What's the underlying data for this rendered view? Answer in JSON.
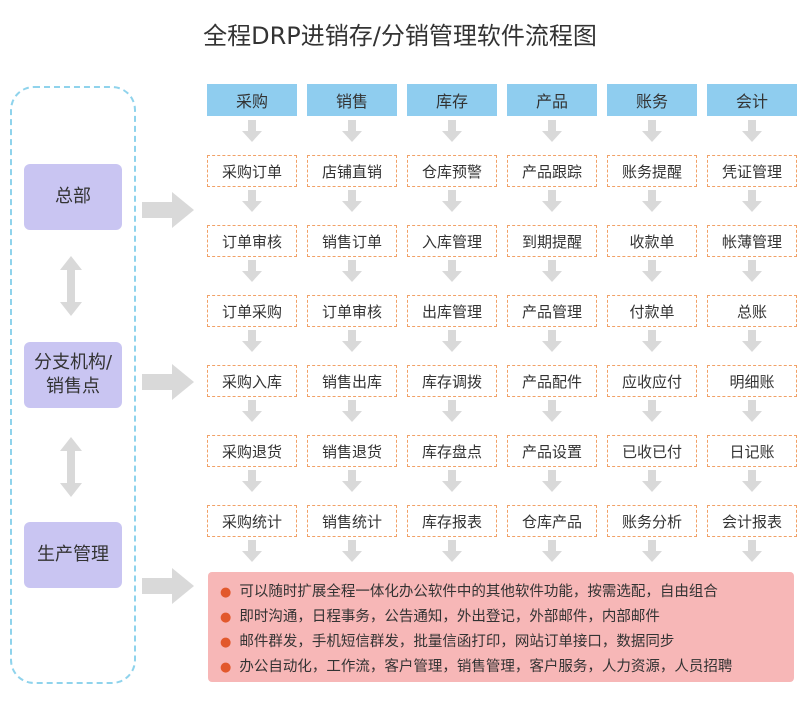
{
  "title": "全程DRP进销存/分销管理软件流程图",
  "org_units": [
    "总部",
    "分支机构/销售点",
    "生产管理"
  ],
  "columns": [
    {
      "header": "采购",
      "items": [
        "采购订单",
        "订单审核",
        "订单采购",
        "采购入库",
        "采购退货",
        "采购统计"
      ]
    },
    {
      "header": "销售",
      "items": [
        "店铺直销",
        "销售订单",
        "订单审核",
        "销售出库",
        "销售退货",
        "销售统计"
      ]
    },
    {
      "header": "库存",
      "items": [
        "仓库预警",
        "入库管理",
        "出库管理",
        "库存调拨",
        "库存盘点",
        "库存报表"
      ]
    },
    {
      "header": "产品",
      "items": [
        "产品跟踪",
        "到期提醒",
        "产品管理",
        "产品配件",
        "产品设置",
        "仓库产品"
      ]
    },
    {
      "header": "账务",
      "items": [
        "账务提醒",
        "收款单",
        "付款单",
        "应收应付",
        "已收已付",
        "账务分析"
      ]
    },
    {
      "header": "会计",
      "items": [
        "凭证管理",
        "帐薄管理",
        "总账",
        "明细账",
        "日记账",
        "会计报表"
      ]
    }
  ],
  "notes": [
    "可以随时扩展全程一体化办公软件中的其他软件功能，按需选配，自由组合",
    "即时沟通，日程事务，公告通知，外出登记，外部邮件，内部邮件",
    "邮件群发，手机短信群发，批量信函打印，网站订单接口，数据同步",
    "办公自动化，工作流，客户管理，销售管理，客户服务，人力资源，人员招聘"
  ],
  "colors": {
    "header_bg": "#8fcdef",
    "org_bg": "#c9c5f2",
    "cell_border": "#f1a167",
    "arrow": "#d9d9d9",
    "note_bg": "#f7b7b7",
    "bullet": "#e2582c",
    "frame_border": "#8fd3ec"
  }
}
